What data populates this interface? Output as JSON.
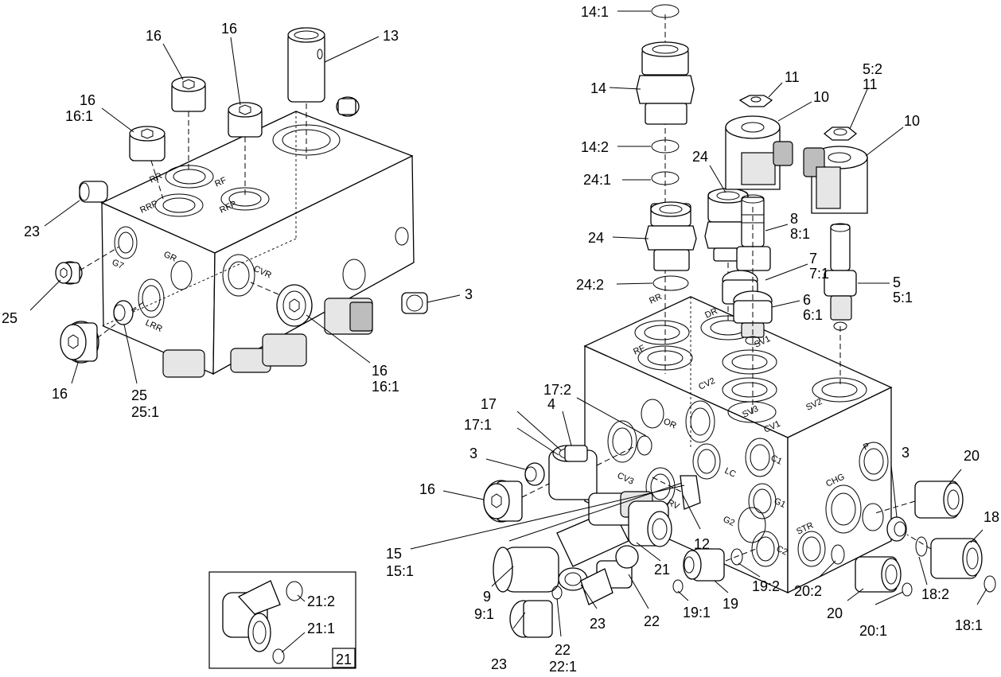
{
  "labels": {
    "l_14_1": "14:1",
    "l_14": "14",
    "l_14_2": "14:2",
    "l_24_1": "24:1",
    "l_24_a": "24",
    "l_24_b": "24",
    "l_24_2": "24:2",
    "l_11_a": "11",
    "l_10_a": "10",
    "l_5_2": "5:2",
    "l_11_b": "11",
    "l_10_b": "10",
    "l_8": "8",
    "l_8_1": "8:1",
    "l_7": "7",
    "l_7_1": "7:1",
    "l_6": "6",
    "l_6_1": "6:1",
    "l_5": "5",
    "l_5_1": "5:1",
    "l_16_a": "16",
    "l_16_b": "16",
    "l_13": "13",
    "l_16_c": "16",
    "l_16_1_c": "16:1",
    "l_23_a": "23",
    "l_25_a": "25",
    "l_3_a": "3",
    "l_16_d": "16",
    "l_16_1_d": "16:1",
    "l_16_e": "16",
    "l_25_b": "25",
    "l_25_1_b": "25:1",
    "l_17_2": "17:2",
    "l_17": "17",
    "l_17_1": "17:1",
    "l_4": "4",
    "l_3_b": "3",
    "l_16_f": "16",
    "l_15": "15",
    "l_15_1": "15:1",
    "l_12": "12",
    "l_21": "21",
    "l_9": "9",
    "l_9_1": "9:1",
    "l_23_b": "23",
    "l_22": "22",
    "l_22_b": "22",
    "l_22_1": "22:1",
    "l_23_c": "23",
    "l_19_1": "19:1",
    "l_19": "19",
    "l_19_2": "19:2",
    "l_3_c": "3",
    "l_20_a": "20",
    "l_18": "18",
    "l_20_2": "20:2",
    "l_20_b": "20",
    "l_20_1": "20:1",
    "l_18_2": "18:2",
    "l_18_1": "18:1",
    "l_21_2": "21:2",
    "l_21_1": "21:1",
    "l_21_box": "21"
  },
  "engravings": {
    "e_rr": "RR",
    "e_rrp": "RRP",
    "e_rf": "RF",
    "e_rfp": "RFP",
    "e_g7": "G7",
    "e_gr": "GR",
    "e_cvr": "CVR",
    "e_lrr": "LRR",
    "e_rr2": "RR",
    "e_rf2": "RF",
    "e_cv1": "CV1",
    "e_cv2": "CV2",
    "e_cv3": "CV3",
    "e_or": "OR",
    "e_c1": "C1",
    "e_lc": "LC",
    "e_g1": "G1",
    "e_g2": "G2",
    "e_c2": "C2",
    "e_rv": "RV",
    "e_chg": "CHG",
    "e_str": "STR",
    "e_p": "P",
    "e_sv1": "SV1",
    "e_sv2": "SV2",
    "e_sv3": "SV3",
    "e_dr": "DR"
  }
}
